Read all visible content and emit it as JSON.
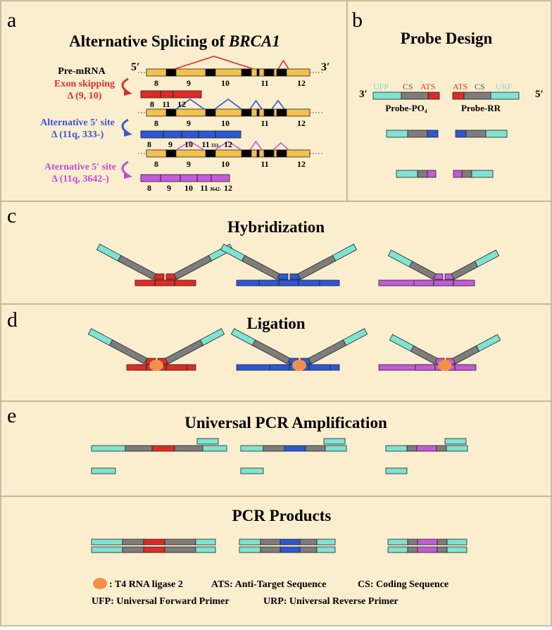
{
  "colors": {
    "panel_bg": "#fbeecf",
    "panel_border": "#b8ab8a",
    "teal": "#7ee3d3",
    "gray": "#7d7d7d",
    "red": "#e02b24",
    "blue": "#2d57d6",
    "magenta": "#c25bd8",
    "exon_yellow": "#f3c24a",
    "black": "#000000",
    "ligase_orange": "#f2904a",
    "label_red": "#e0302a",
    "label_blue": "#3a55d6",
    "label_magenta": "#c64ad6",
    "label_teal": "#6fe0d0"
  },
  "panel_a": {
    "letter": "a",
    "title_prefix": "Alternative Splicing of ",
    "title_gene": "BRCA1",
    "five_prime": "5′",
    "three_prime": "3′",
    "pre_mrna_label": "Pre-mRNA",
    "exon_numbers": [
      "8",
      "9",
      "10",
      "11",
      "12"
    ],
    "events": [
      {
        "name": "Exon skipping",
        "detail": "Δ (9, 10)",
        "product_labels": [
          "8",
          "11",
          "12"
        ]
      },
      {
        "name": "Alternative 5′ site",
        "detail": "Δ (11q, 333-)",
        "product_labels": [
          "8",
          "9",
          "10",
          "11",
          "333-",
          "12"
        ]
      },
      {
        "name": "Aternative 5′ site",
        "detail": "Δ (11q, 3642-)",
        "product_labels": [
          "8",
          "9",
          "10",
          "11",
          "3642-",
          "12"
        ]
      }
    ]
  },
  "panel_b": {
    "letter": "b",
    "title": "Probe Design",
    "three_prime": "3′",
    "five_prime": "5′",
    "left_labels": [
      "UFP",
      "CS",
      "ATS"
    ],
    "right_labels": [
      "ATS",
      "CS",
      "URF"
    ],
    "probe_left_name": "Probe-PO₄",
    "probe_right_name": "Probe-RR"
  },
  "panel_c": {
    "letter": "c",
    "title": "Hybridization"
  },
  "panel_d": {
    "letter": "d",
    "title": "Ligation"
  },
  "panel_e": {
    "letter": "e",
    "title": "Universal PCR Amplification",
    "products_title": "PCR Products"
  },
  "legend": {
    "ligase": ": T4 RNA ligase 2",
    "ats": "ATS: Anti-Target Sequence",
    "cs": "CS: Coding Sequence",
    "ufp": "UFP: Universal Forward Primer",
    "urp": "URP: Universal Reverse Primer"
  }
}
